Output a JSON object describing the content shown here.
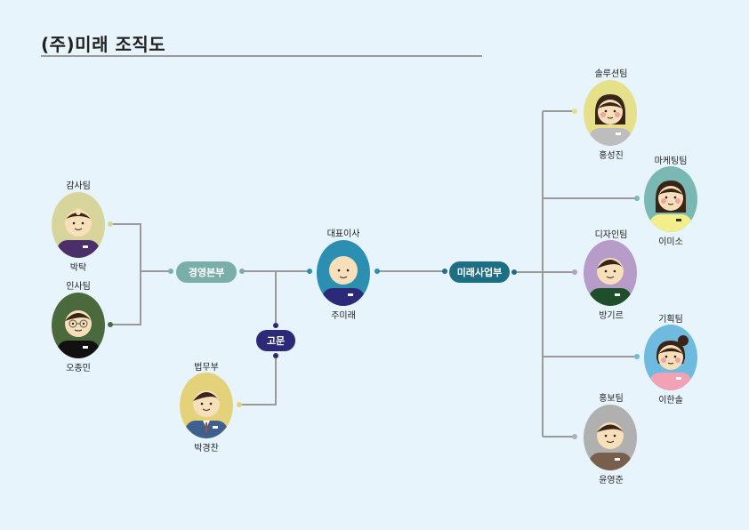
{
  "title": "(주)미래 조직도",
  "nodes": {
    "audit": {
      "team": "감사팀",
      "name": "박탁"
    },
    "hr": {
      "team": "인사팀",
      "name": "오종민"
    },
    "legal": {
      "team": "법무부",
      "name": "박경찬"
    },
    "ceo": {
      "team": "대표이사",
      "name": "주미래"
    },
    "solution": {
      "team": "솔루션팀",
      "name": "홍성진"
    },
    "marketing": {
      "team": "마케팅팀",
      "name": "이미소"
    },
    "design": {
      "team": "디자인팀",
      "name": "방기르"
    },
    "planning": {
      "team": "기획팀",
      "name": "이한솔"
    },
    "pr": {
      "team": "홍보팀",
      "name": "윤영준"
    }
  },
  "divisions": {
    "management": "경영본부",
    "advisor": "고문",
    "future_business": "미래사업부"
  },
  "colors": {
    "background": "#e8f4fc",
    "management": "#7aaea8",
    "advisor": "#2c2a78",
    "future_business": "#1f6f84",
    "line": "#9a9a9a"
  }
}
